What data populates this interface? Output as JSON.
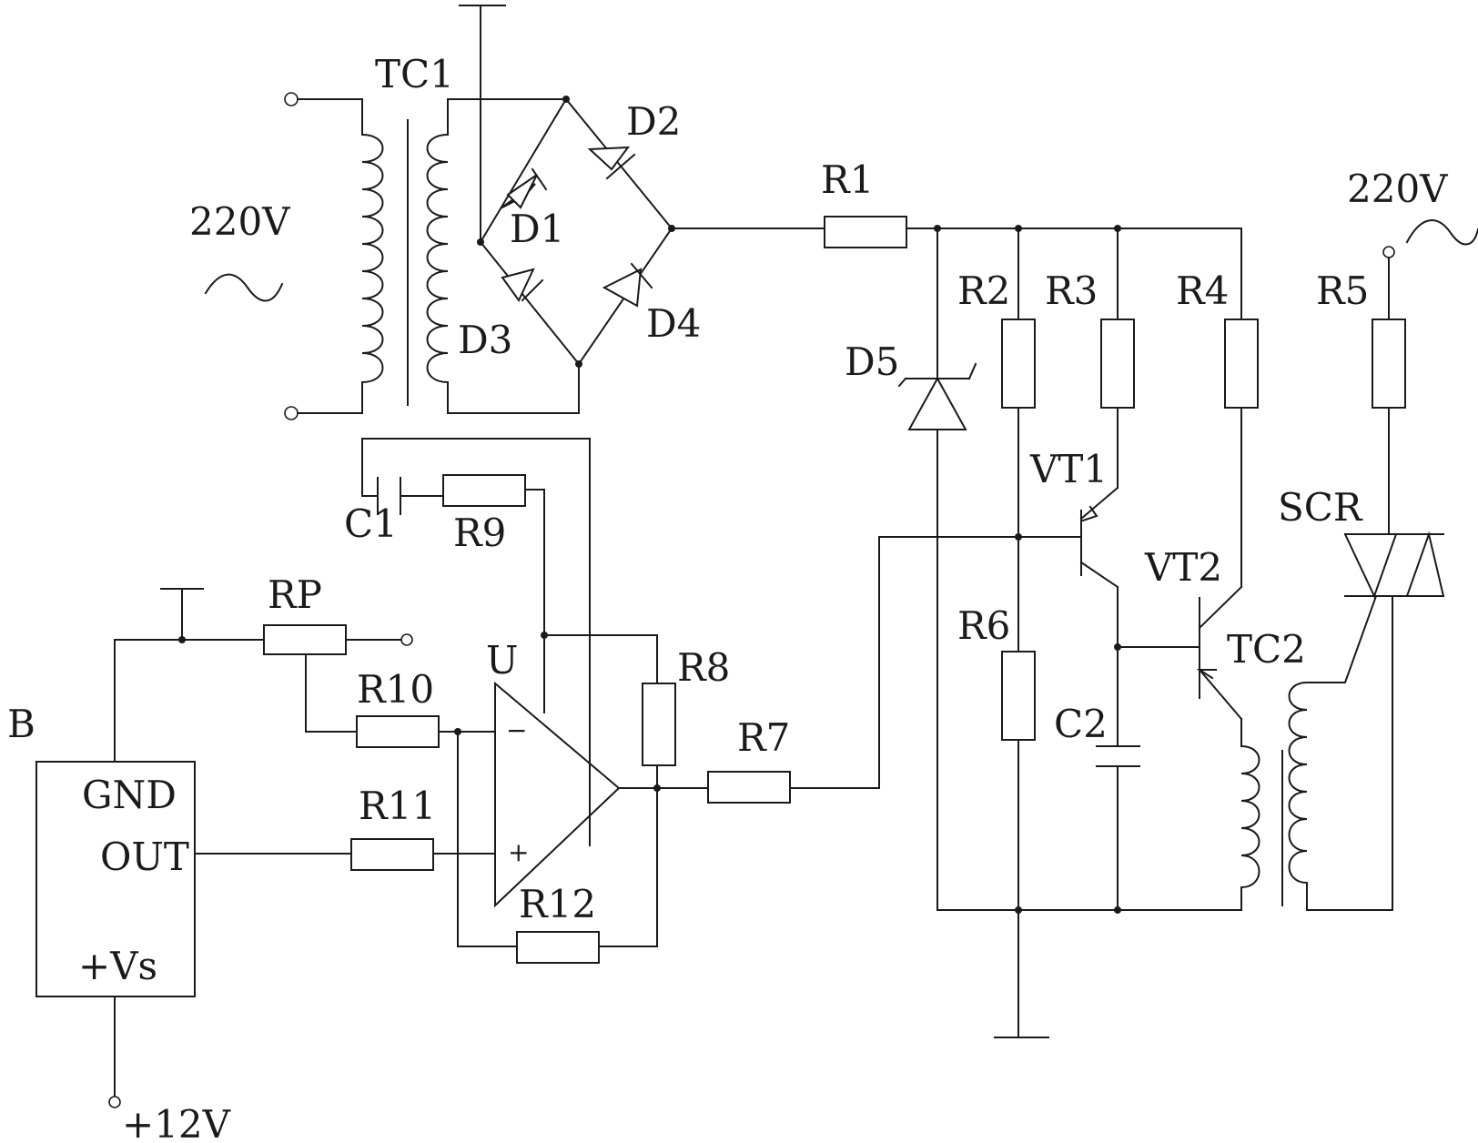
{
  "labels": {
    "tc1": "TC1",
    "v_in": "220V",
    "v_out": "220V",
    "d1": "D1",
    "d2": "D2",
    "d3": "D3",
    "d4": "D4",
    "d5": "D5",
    "r1": "R1",
    "r2": "R2",
    "r3": "R3",
    "r4": "R4",
    "r5": "R5",
    "r6": "R6",
    "r7": "R7",
    "r8": "R8",
    "r9": "R9",
    "r10": "R10",
    "r11": "R11",
    "r12": "R12",
    "rp": "RP",
    "c1": "C1",
    "c2": "C2",
    "vt1": "VT1",
    "vt2": "VT2",
    "tc2": "TC2",
    "scr": "SCR",
    "u": "U",
    "b": "B",
    "gnd": "GND",
    "out": "OUT",
    "vs": "+Vs",
    "v12": "+12V",
    "minus": "−",
    "plus": "+"
  }
}
